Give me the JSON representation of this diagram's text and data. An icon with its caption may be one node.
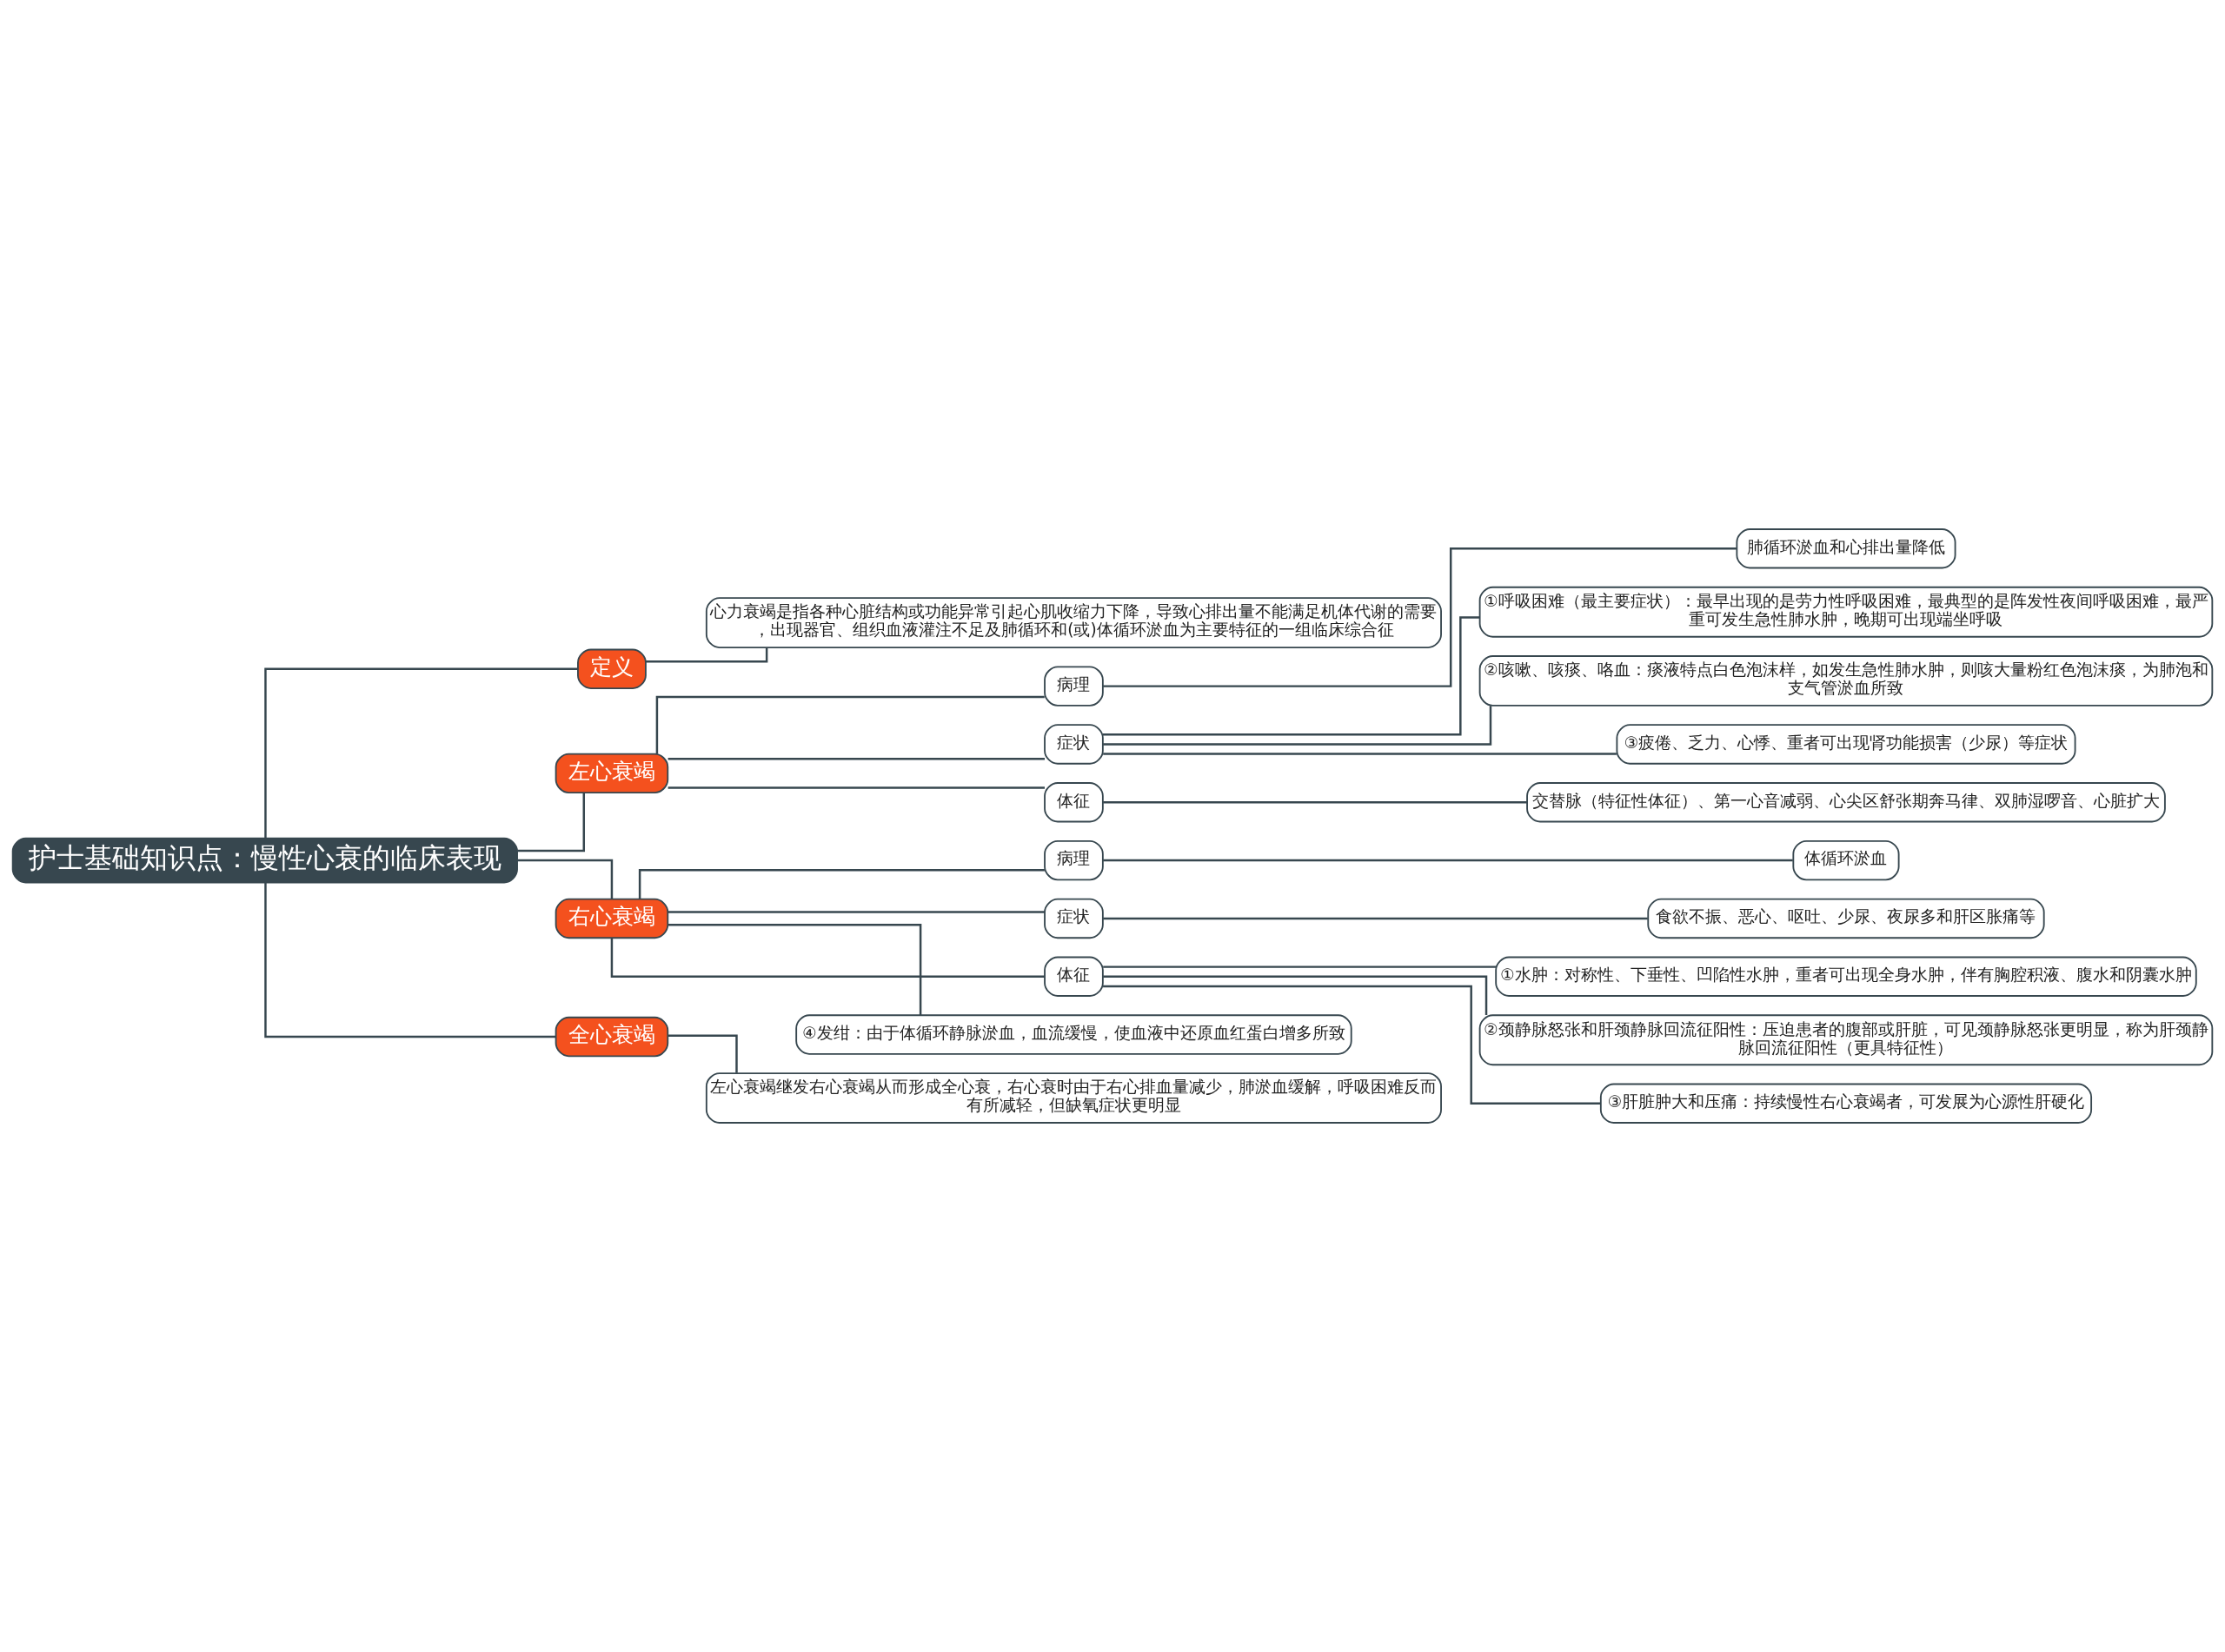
{
  "diagram": {
    "nodes": [
      {
        "text": [
          "护士基础知识点：慢性心衰的临床表现"
        ]
      },
      {
        "text": [
          "定义"
        ]
      },
      {
        "text": [
          "心力衰竭是指各种心脏结构或功能异常引起心肌收缩力下降，导致心排出量不能满足机体代谢的需要，出现器官、组织血液灌注不足及肺循环和(或)体循环淤血为主要特征的一组临床综合征"
        ]
      },
      {
        "text": [
          "左心衰竭"
        ]
      },
      {
        "text": [
          "病理"
        ]
      },
      {
        "text": [
          "肺循环淤血和心排出量降低"
        ]
      },
      {
        "text": [
          "症状"
        ]
      },
      {
        "text": [
          "①呼吸困难（最主要症状）：最早出现的是劳力性呼吸困难，最典型的是阵发性夜间呼吸困难，最严重可发生急性肺水肿，晚期可出现端坐呼吸"
        ]
      },
      {
        "text": [
          "②咳嗽、咳痰、咯血：痰液特点白色泡沫样，如发生急性肺水肿，则咳大量粉红色泡沫痰，为肺泡和支气管淤血所致"
        ]
      },
      {
        "text": [
          "③疲倦、乏力、心悸、重者可出现肾功能损害（少尿）等症状"
        ]
      },
      {
        "text": [
          "体征"
        ]
      },
      {
        "text": [
          "交替脉（特征性体征）、第一心音减弱、心尖区舒张期奔马律、双肺湿啰音、心脏扩大"
        ]
      },
      {
        "text": [
          "右心衰竭"
        ]
      },
      {
        "text": [
          "病理"
        ]
      },
      {
        "text": [
          "体循环淤血"
        ]
      },
      {
        "text": [
          "症状"
        ]
      },
      {
        "text": [
          "食欲不振、恶心、呕吐、少尿、夜尿多和肝区胀痛等"
        ]
      },
      {
        "text": [
          "体征"
        ]
      },
      {
        "text": [
          "①水肿：对称性、下垂性、凹陷性水肿，重者可出现全身水肿，伴有胸腔积液、腹水和阴囊水肿"
        ]
      },
      {
        "text": [
          "②颈静脉怒张和肝颈静脉回流征阳性：压迫患者的腹部或肝脏，可见颈静脉怒张更明显，称为肝颈静脉回流征阳性（更具特征性）"
        ]
      },
      {
        "text": [
          "③肝脏肿大和压痛：持续慢性右心衰竭者，可发展为心源性肝硬化"
        ]
      },
      {
        "text": [
          "④发绀：由于体循环静脉淤血，血流缓慢，使血液中还原血红蛋白增多所致"
        ]
      },
      {
        "text": [
          "全心衰竭"
        ]
      },
      {
        "text": [
          "左心衰竭继发右心衰竭从而形成全心衰，右心衰时由于右心排血量减少，肺淤血缓解，呼吸困难反而有所减轻，但缺氧症状更明显"
        ]
      }
    ],
    "edges": [
      {
        "from": 0,
        "to": 1,
        "arrow": "none"
      },
      {
        "from": 1,
        "to": 2,
        "arrow": "none"
      },
      {
        "from": 0,
        "to": 3,
        "arrow": "none"
      },
      {
        "from": 3,
        "to": 4,
        "arrow": "none"
      },
      {
        "from": 4,
        "to": 5,
        "arrow": "none"
      },
      {
        "from": 3,
        "to": 6,
        "arrow": "none"
      },
      {
        "from": 6,
        "to": 7,
        "arrow": "none"
      },
      {
        "from": 6,
        "to": 8,
        "arrow": "none"
      },
      {
        "from": 6,
        "to": 9,
        "arrow": "none"
      },
      {
        "from": 3,
        "to": 10,
        "arrow": "none"
      },
      {
        "from": 10,
        "to": 11,
        "arrow": "none"
      },
      {
        "from": 0,
        "to": 12,
        "arrow": "none"
      },
      {
        "from": 12,
        "to": 13,
        "arrow": "none"
      },
      {
        "from": 13,
        "to": 14,
        "arrow": "none"
      },
      {
        "from": 12,
        "to": 15,
        "arrow": "none"
      },
      {
        "from": 15,
        "to": 16,
        "arrow": "none"
      },
      {
        "from": 12,
        "to": 17,
        "arrow": "none"
      },
      {
        "from": 17,
        "to": 18,
        "arrow": "none"
      },
      {
        "from": 17,
        "to": 19,
        "arrow": "none"
      },
      {
        "from": 17,
        "to": 20,
        "arrow": "none"
      },
      {
        "from": 12,
        "to": 21,
        "arrow": "none"
      },
      {
        "from": 0,
        "to": 22,
        "arrow": "none"
      },
      {
        "from": 22,
        "to": 23,
        "arrow": "none"
      }
    ]
  }
}
